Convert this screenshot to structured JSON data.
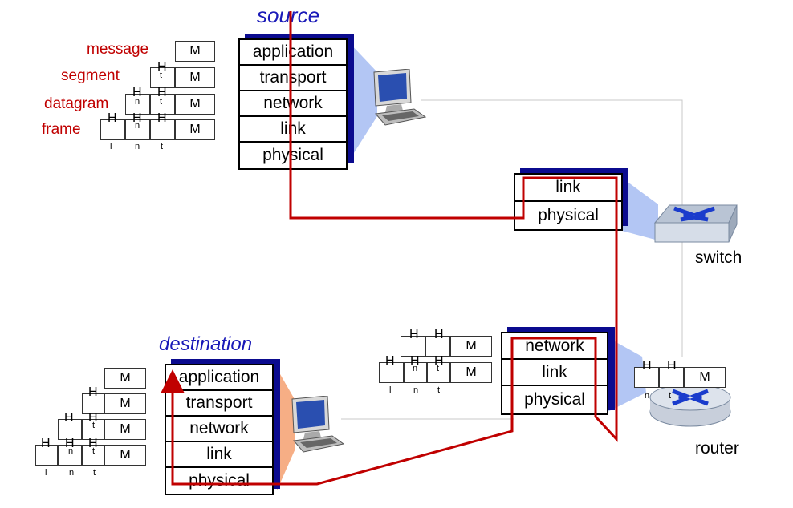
{
  "source": {
    "title": "source",
    "layers": [
      "application",
      "transport",
      "network",
      "link",
      "physical"
    ]
  },
  "switch": {
    "layers": [
      "link",
      "physical"
    ],
    "label": "switch"
  },
  "router": {
    "layers": [
      "network",
      "link",
      "physical"
    ],
    "label": "router"
  },
  "destination": {
    "title": "destination",
    "layers": [
      "application",
      "transport",
      "network",
      "link",
      "physical"
    ]
  },
  "encapsulation": {
    "labels": [
      "message",
      "segment",
      "datagram",
      "frame"
    ],
    "payload": "M",
    "header": "H",
    "header_subscripts": [
      "l",
      "n",
      "t"
    ]
  },
  "colors": {
    "path": "#c00000",
    "stack_shadow": "#0b0b8f",
    "title": "#1a1ab8",
    "label_red": "#c00000"
  }
}
